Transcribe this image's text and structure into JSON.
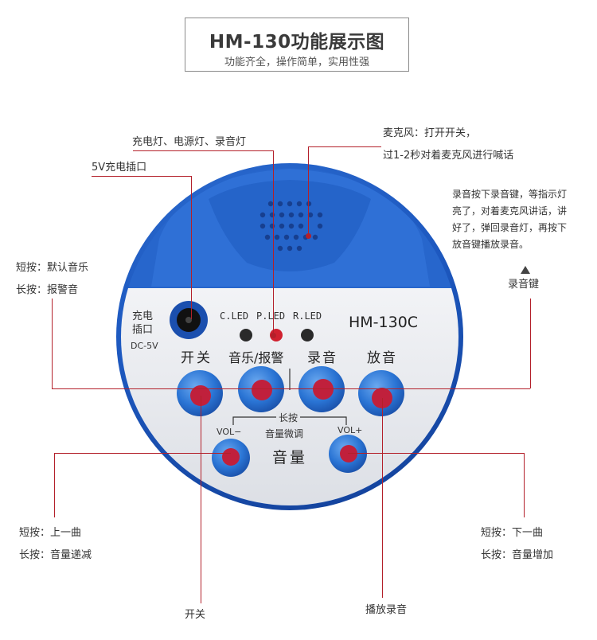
{
  "header": {
    "title": "HM-130功能展示图",
    "subtitle": "功能齐全，操作简单，实用性强"
  },
  "device": {
    "model": "HM-130C",
    "charge_port_label_line1": "充电",
    "charge_port_label_line2": "插口",
    "charge_port_voltage": "DC-5V",
    "led_c": "C.LED",
    "led_p": "P.LED",
    "led_r": "R.LED",
    "btn_power": "开关",
    "btn_music": "音乐/报警",
    "btn_record": "录音",
    "btn_play": "放音",
    "long_press": "长按",
    "volume_fine": "音量微调",
    "vol_minus": "VOL−",
    "vol_plus": "VOL+",
    "volume": "音量"
  },
  "callouts": {
    "indicators": "充电灯、电源灯、录音灯",
    "charge_port": "5V充电插口",
    "mic_line1": "麦克风：打开开关，",
    "mic_line2": "过1-2秒对着麦克风进行喊话",
    "record_desc_line1": "录音按下录音键，等指示灯",
    "record_desc_line2": "亮了，对着麦克风讲话，讲",
    "record_desc_line3": "好了，弹回录音灯，再按下",
    "record_desc_line4": "放音键播放录音。",
    "record_key": "录音键",
    "music_short": "短按：默认音乐",
    "music_long": "长按：报警音",
    "volminus_short": "短按：上一曲",
    "volminus_long": "长按：音量递减",
    "volplus_short": "短按：下一曲",
    "volplus_long": "长按：音量增加",
    "power": "开关",
    "play_record": "播放录音"
  },
  "colors": {
    "shell_blue": "#1f5fc6",
    "panel_silver": "#e8eaee",
    "button_blue": "#2a76d8",
    "button_red": "#c0203c",
    "callout_line": "#b3202a"
  }
}
